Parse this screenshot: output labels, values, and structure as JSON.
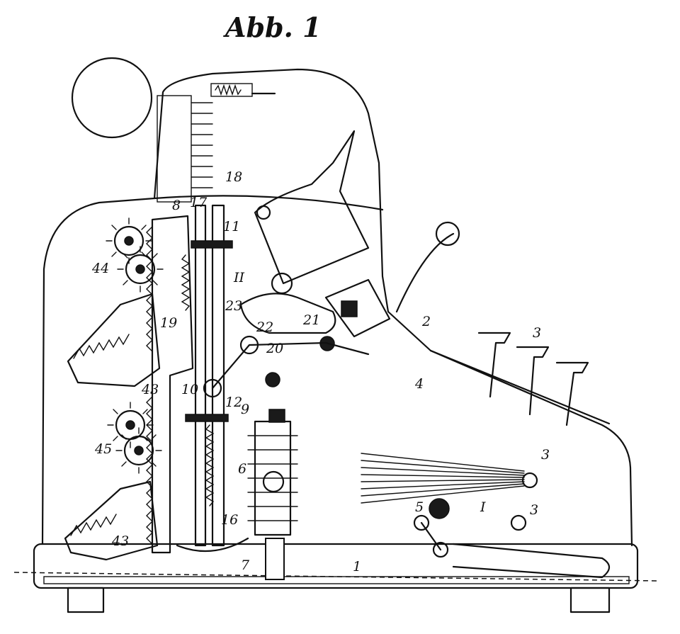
{
  "title": "Abb. 1",
  "colors": {
    "ink": "#111111",
    "paper": "#ffffff"
  },
  "labels": {
    "l1": "1",
    "l2": "2",
    "l3a": "3",
    "l3b": "3",
    "l3c": "3",
    "l4": "4",
    "l5": "5",
    "l6": "6",
    "l7": "7",
    "l8": "8",
    "l9": "9",
    "l10": "10",
    "l11": "11",
    "l12": "12",
    "l16": "16",
    "l17": "17",
    "l18": "18",
    "l19": "19",
    "l20": "20",
    "l21": "21",
    "l22": "22",
    "l23": "23",
    "l43a": "43",
    "l43b": "43",
    "l44": "44",
    "l45": "45",
    "lI": "I",
    "lII": "II"
  }
}
